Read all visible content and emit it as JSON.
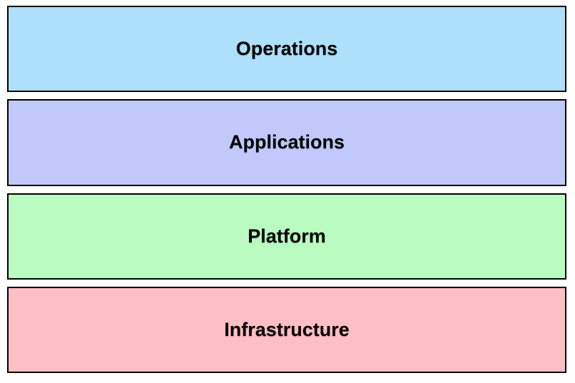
{
  "diagram": {
    "type": "stacked-layer-diagram",
    "background_color": "#ffffff",
    "border_color": "#000000",
    "text_color": "#000000",
    "layers": [
      {
        "label": "Operations",
        "color": "#AEE0FB"
      },
      {
        "label": "Applications",
        "color": "#C1C9FB"
      },
      {
        "label": "Platform",
        "color": "#B9FBC1"
      },
      {
        "label": "Infrastructure",
        "color": "#FEBFC4"
      }
    ]
  }
}
